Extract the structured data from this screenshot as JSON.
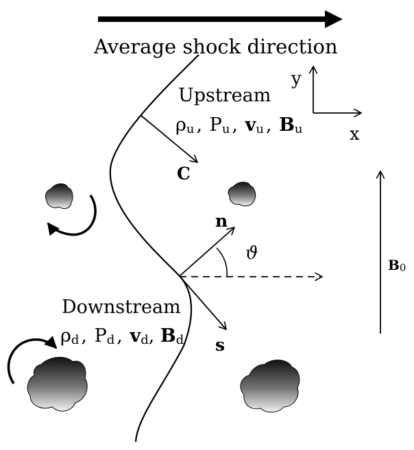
{
  "title": "Average shock direction",
  "axes": {
    "y": "y",
    "x": "x"
  },
  "upstream": {
    "label": "Upstream",
    "rho": "ρ",
    "rho_sub": "u",
    "p": "P",
    "p_sub": "u",
    "v": "v",
    "v_sub": "u",
    "b": "B",
    "b_sub": "u"
  },
  "downstream": {
    "label": "Downstream",
    "rho": "ρ",
    "rho_sub": "d",
    "p": "P",
    "p_sub": "d",
    "v": "v",
    "v_sub": "d",
    "b": "B",
    "b_sub": "d"
  },
  "vectors": {
    "c": "C",
    "n": "n",
    "s": "s",
    "angle": "ϑ",
    "b0": "B",
    "b0_sub": "0"
  },
  "comma": ","
}
